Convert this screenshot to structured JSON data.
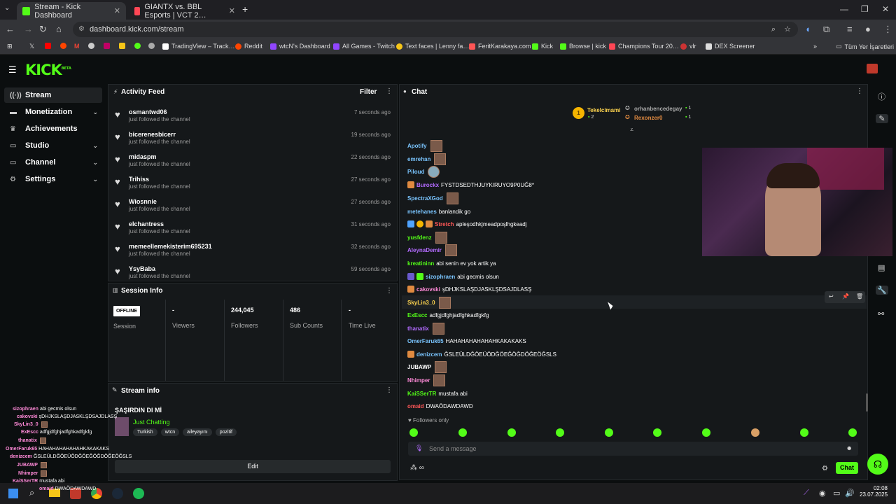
{
  "browser": {
    "tabs": [
      {
        "title": "Stream - Kick Dashboard",
        "active": true
      },
      {
        "title": "GIANTX vs. BBL Esports | VCT 2…",
        "active": false
      }
    ],
    "url": "dashboard.kick.com/stream",
    "bookmarks": [
      "TradingView – Track…",
      "Reddit",
      "wtcN's Dashboard",
      "All Games - Twitch",
      "Text faces | Lenny fa…",
      "FeritKarakaya.com",
      "Kick",
      "Browse | kick",
      "Champions Tour 20…",
      "vlr",
      "DEX Screener"
    ],
    "all_bookmarks": "Tüm Yer İşaretleri"
  },
  "app": {
    "logo": "KICK",
    "logo_tag": "BETA",
    "accent": "#53fc18"
  },
  "sidebar": {
    "items": [
      {
        "label": "Stream",
        "icon": "stream-icon",
        "active": true,
        "expandable": false
      },
      {
        "label": "Monetization",
        "icon": "monetization-icon",
        "active": false,
        "expandable": true
      },
      {
        "label": "Achievements",
        "icon": "trophy-icon",
        "active": false,
        "expandable": false
      },
      {
        "label": "Studio",
        "icon": "studio-icon",
        "active": false,
        "expandable": true
      },
      {
        "label": "Channel",
        "icon": "channel-icon",
        "active": false,
        "expandable": true
      },
      {
        "label": "Settings",
        "icon": "gear-icon",
        "active": false,
        "expandable": true
      }
    ]
  },
  "activity_feed": {
    "title": "Activity Feed",
    "filter_label": "Filter",
    "items": [
      {
        "name": "osmantwd06",
        "action": "just followed the channel",
        "time": "7 seconds ago"
      },
      {
        "name": "bicerenesbicerr",
        "action": "just followed the channel",
        "time": "19 seconds ago"
      },
      {
        "name": "midaspm",
        "action": "just followed the channel",
        "time": "22 seconds ago"
      },
      {
        "name": "Trihiss",
        "action": "just followed the channel",
        "time": "27 seconds ago"
      },
      {
        "name": "Wiosnnie",
        "action": "just followed the channel",
        "time": "27 seconds ago"
      },
      {
        "name": "elchantress",
        "action": "just followed the channel",
        "time": "31 seconds ago"
      },
      {
        "name": "memeellemekisterim695231",
        "action": "just followed the channel",
        "time": "32 seconds ago"
      },
      {
        "name": "YsyBaba",
        "action": "just followed the channel",
        "time": "59 seconds ago"
      }
    ]
  },
  "session_info": {
    "title": "Session Info",
    "status": "OFFLINE",
    "status_label": "Session",
    "stats": [
      {
        "value": "-",
        "label": "Viewers"
      },
      {
        "value": "244,045",
        "label": "Followers"
      },
      {
        "value": "486",
        "label": "Sub Counts"
      },
      {
        "value": "-",
        "label": "Time Live"
      }
    ]
  },
  "stream_info": {
    "title": "Stream info",
    "stream_title": "ŞAŞIRDIN DI Mİ",
    "category": "Just Chatting",
    "tags": [
      "Turkish",
      "wtcn",
      "aileyayını",
      "pozitif"
    ],
    "edit_label": "Edit"
  },
  "chat": {
    "title": "Chat",
    "leaderboard": [
      {
        "name": "Tekelcimami",
        "count": "2",
        "rank": "1"
      },
      {
        "name": "orhanbencedegay",
        "count": "1"
      },
      {
        "name": "Rexonzer0",
        "count": "1"
      }
    ],
    "messages": [
      {
        "user": "Apotify",
        "color": "#7ac5ff",
        "text": "",
        "emote": true
      },
      {
        "user": "emrehan",
        "color": "#7ac5ff",
        "text": "",
        "emote": true
      },
      {
        "user": "Piloud",
        "color": "#7ac5ff",
        "text": "",
        "emote": true
      },
      {
        "user": "Burockx",
        "color": "#b36bff",
        "text": "FYSTDSEDTHJUYKIRUYO9P0UĞ8*",
        "emote": false
      },
      {
        "user": "SpectraXGod",
        "color": "#7ac5ff",
        "text": "",
        "emote": true
      },
      {
        "user": "metehanes",
        "color": "#7ac5ff",
        "text": "banlandik go",
        "emote": false
      },
      {
        "user": "Stretch",
        "color": "#ff5757",
        "text": "apleşodhkjmeadpoşlhgkeadj",
        "emote": false
      },
      {
        "user": "yusfdenz",
        "color": "#53fc18",
        "text": "",
        "emote": true
      },
      {
        "user": "AleynaDemir",
        "color": "#b36bff",
        "text": "",
        "emote": true
      },
      {
        "user": "kreatininn",
        "color": "#53fc18",
        "text": "abi senin ev yok artik ya",
        "emote": false
      },
      {
        "user": "sizophraen",
        "color": "#7ac5ff",
        "text": "abi gecmis olsun",
        "emote": false
      },
      {
        "user": "cakovski",
        "color": "#ff8ad8",
        "text": "şDHJKSLAŞDJASKLŞDSAJDLASŞ",
        "emote": false
      },
      {
        "user": "SkyLin3_0",
        "color": "#ffd54f",
        "text": "",
        "emote": true
      },
      {
        "user": "ExEscc",
        "color": "#53fc18",
        "text": "adfgjdfghjadfghkadfgkfg",
        "emote": false
      },
      {
        "user": "thanatix",
        "color": "#b36bff",
        "text": "",
        "emote": true
      },
      {
        "user": "OmerFaruk65",
        "color": "#7ac5ff",
        "text": "HAHAHAHAHAHAHKAKAKAKS",
        "emote": false
      },
      {
        "user": "denizcem",
        "color": "#7ac5ff",
        "text": "ĞSLEÜLDĞÖEÜÖDĞÖEĞÖĞDÖĞEÖĞSLS",
        "emote": false
      },
      {
        "user": "JUBAWP",
        "color": "#fff",
        "text": "",
        "emote": true
      },
      {
        "user": "Nhimper",
        "color": "#ff8ad8",
        "text": "",
        "emote": true
      },
      {
        "user": "KaiSSerTR",
        "color": "#53fc18",
        "text": "mustafa abi",
        "emote": false
      },
      {
        "user": "omaid",
        "color": "#ff5757",
        "text": "DWAÖDAWDAWD",
        "emote": false
      }
    ],
    "followers_only": "Followers only",
    "placeholder": "Send a message",
    "send_label": "Chat"
  },
  "overlay_chat": [
    {
      "user": "sizophraen",
      "text": "abi gecmis olsun",
      "color": "#7ac5ff"
    },
    {
      "user": "cakovski",
      "text": "şDHJKSLAŞDJASKLŞDSAJDLASŞ",
      "color": "#ff8ad8"
    },
    {
      "user": "SkyLin3_0",
      "text": "",
      "color": "#ffd54f"
    },
    {
      "user": "ExEscc",
      "text": "adfgjdfghjadfghkadfgkfg",
      "color": "#53fc18"
    },
    {
      "user": "thanatix",
      "text": "",
      "color": "#b36bff"
    },
    {
      "user": "OmerFaruk65",
      "text": "HAHAHAHAHAHAHKAKAKAKS",
      "color": "#7ac5ff"
    },
    {
      "user": "denizcem",
      "text": "ĞSLEÜLDĞÖEÜÖDĞÖEĞÖĞDÖĞEÖĞSLS",
      "color": "#7ac5ff"
    },
    {
      "user": "JUBAWP",
      "text": "",
      "color": "#fff"
    },
    {
      "user": "Nhimper",
      "text": "",
      "color": "#ff8ad8"
    },
    {
      "user": "KaiSSerTR",
      "text": "mustafa abi",
      "color": "#53fc18"
    },
    {
      "user": "omaid",
      "text": "DWAÖDAWDAWD",
      "color": "#ff5757"
    }
  ],
  "taskbar": {
    "time": "02:08",
    "date": "23.07.2025"
  }
}
